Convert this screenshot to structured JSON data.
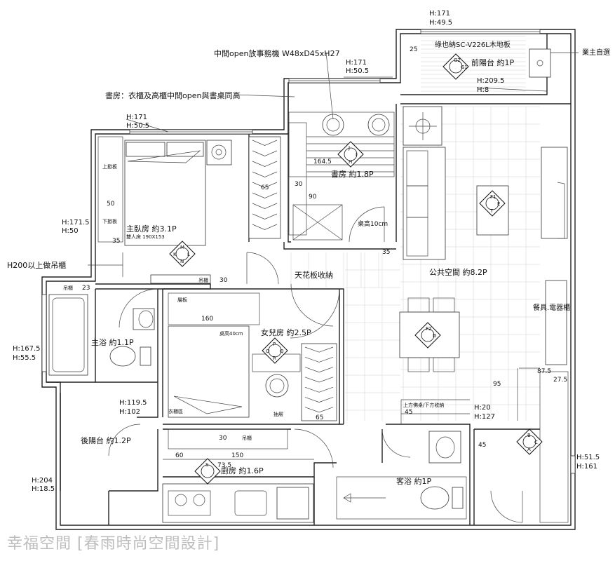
{
  "labels": {
    "open_machine": "中間open放事務機 W48xD45xH27",
    "study_note": "書房：衣櫃及高櫃中間open與書桌同高",
    "ceiling_h200": "H200以上做吊櫃",
    "floor_note": "綠也納SC-V226L木地板",
    "owner_note": "業主自選",
    "front_balcony": "前陽台 約1P",
    "master_bed": "主臥房 約3.1P",
    "bed_size": "雙人床 190X153",
    "study": "書房 約1.8P",
    "desk_height": "桌高10cm",
    "public_space": "公共空間 約8.2P",
    "ceiling_storage": "天花板收納",
    "master_bath": "主浴 約1.1P",
    "daughter_room": "女兒房 約2.5P",
    "desk40": "桌高40cm",
    "dining_cabinet": "餐具.電器櫃",
    "back_balcony": "後陽台 約1.2P",
    "kitchen": "廚房 約1.6P",
    "guest_bath": "客浴 約1P",
    "shoe_cabinet": "上方佛桌/下方收納",
    "hanging_cab": "吊櫃",
    "hanging_cab2": "吊櫃",
    "hanging_cab3": "吊櫃",
    "upper_bed": "上掀板",
    "upper_bed2": "下掀板",
    "shelf": "層板",
    "cabinet": "抽屜",
    "closet": "衣櫃區"
  },
  "dims": {
    "h171_top": "H:171",
    "h495": "H:49.5",
    "h171_mid": "H:171",
    "h505_mid": "H:50.5",
    "h171_left": "H:171",
    "h505_left": "H:50.5",
    "h2095": "H:209.5",
    "h8": "H:8",
    "h1715": "H:171.5",
    "h50": "H:50",
    "h1675": "H:167.5",
    "h555": "H:55.5",
    "h1195": "H:119.5",
    "h102": "H:102",
    "h204": "H:204",
    "h185": "H:18.5",
    "h20": "H:20",
    "h127": "H:127",
    "h515": "H:51.5",
    "h161": "H:161",
    "d25": "25",
    "d1645": "164.5",
    "d30a": "30",
    "d90": "90",
    "d65a": "65",
    "d50": "50",
    "d35a": "35",
    "d35b": "35",
    "d30b": "30",
    "d23": "23",
    "d160": "160",
    "d65b": "65",
    "d95": "95",
    "d875": "87.5",
    "d275": "27.5",
    "d45a": "45",
    "d45b": "45",
    "d30c": "30",
    "d150": "150",
    "d60": "60",
    "d735": "73.5"
  },
  "markers": {
    "g": [
      "G2",
      "G1"
    ],
    "j": [
      "J",
      "I",
      "H"
    ],
    "f": [
      "F1",
      "E",
      "T"
    ],
    "lmnk": [
      "M",
      "L",
      "N",
      "K"
    ],
    "pqr": [
      "P",
      "Q",
      "R",
      "O"
    ],
    "f2": [
      "F2",
      "D"
    ],
    "cba": [
      "B",
      "C",
      "A"
    ],
    "s": "S"
  },
  "watermark": "幸福空間 [春雨時尚空間設計]"
}
